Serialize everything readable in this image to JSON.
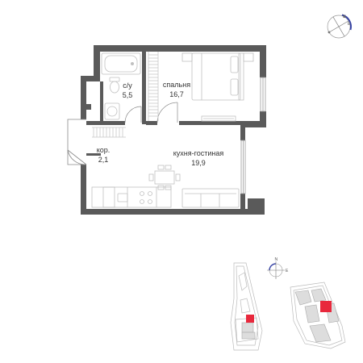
{
  "colors": {
    "wall": "#5a5a5a",
    "furniture": "#c8c8c8",
    "text": "#333333",
    "highlight": "#e8283c",
    "compass_accent": "#3a46a6"
  },
  "rooms": [
    {
      "id": "bathroom",
      "name": "с/у",
      "area": "5,5"
    },
    {
      "id": "bedroom",
      "name": "спальня",
      "area": "16,7"
    },
    {
      "id": "corridor",
      "name": "кор.",
      "area": "2,1"
    },
    {
      "id": "kitchen_living",
      "name": "кухня-гостиная",
      "area": "19,9"
    }
  ],
  "compass_main": {
    "north": "N",
    "east": "E"
  },
  "compass_site": {
    "north": "N",
    "east": "E"
  }
}
